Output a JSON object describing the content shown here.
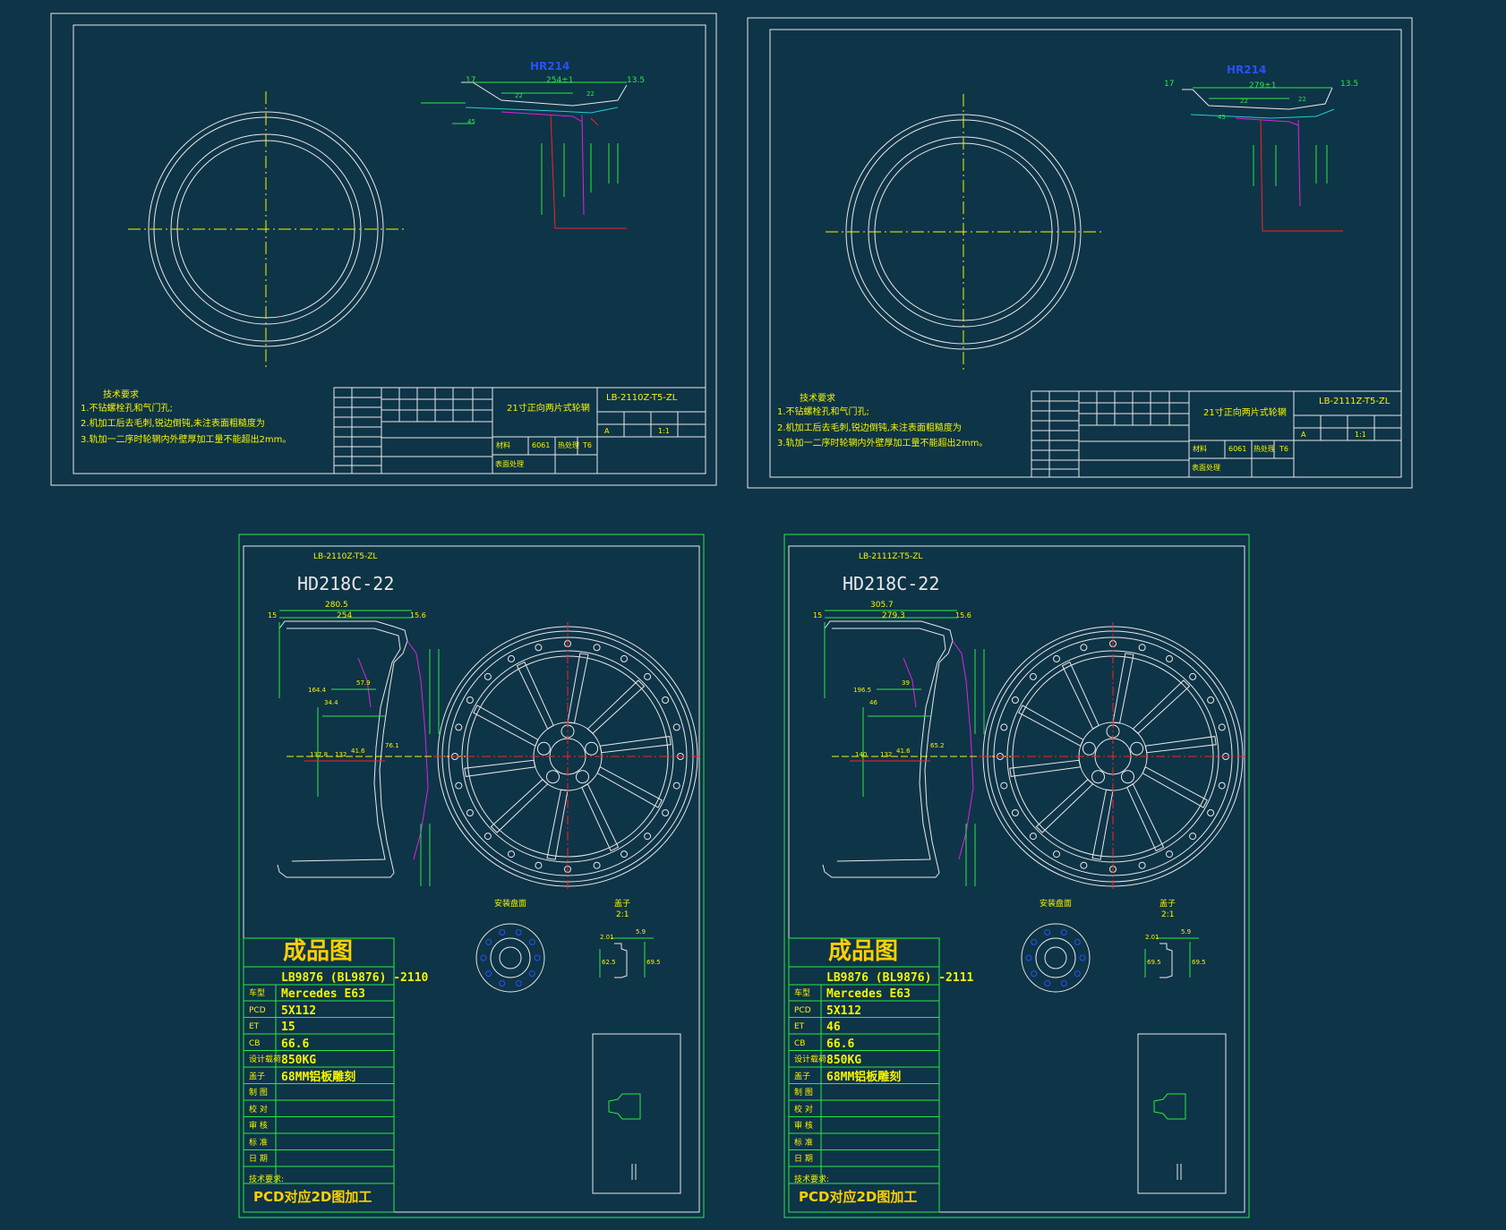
{
  "colors": {
    "background": "#0e3447",
    "frame": "#e8e8e8",
    "yellow": "#f5f500",
    "green": "#29e845",
    "magenta": "#e020e0",
    "red": "#ff2020",
    "blue": "#2850ff",
    "title_orange": "#ffd000"
  },
  "sheets": [
    {
      "part_tag": "HR214",
      "drawing_no": "LB-2110Z-T5-ZL",
      "part_name": "21寸正向两片式轮辋",
      "material": "6061",
      "heat_treatment_label": "热处理",
      "heat_treatment": "T6",
      "surface_label": "表面处理",
      "material_label": "材料",
      "scale": "1:1",
      "rev": "A",
      "tech_title": "技术要求",
      "tech_notes": [
        "1.不钻螺栓孔和气门孔;",
        "2.机加工后去毛刺,锐边倒钝,未注表面粗糙度为",
        "3.轨加一二序时轮辋内外壁厚加工量不能超出2mm。"
      ],
      "dims": [
        "254±1",
        "13.5",
        "17",
        "22",
        "22",
        "45"
      ]
    },
    {
      "part_tag": "HR214",
      "drawing_no": "LB-2111Z-T5-ZL",
      "part_name": "21寸正向两片式轮辋",
      "material": "6061",
      "heat_treatment_label": "热处理",
      "heat_treatment": "T6",
      "surface_label": "表面处理",
      "material_label": "材料",
      "scale": "1:1",
      "rev": "A",
      "tech_title": "技术要求",
      "tech_notes": [
        "1.不钻螺栓孔和气门孔;",
        "2.机加工后去毛刺,锐边倒钝,未注表面粗糙度为",
        "3.轨加一二序时轮辋内外壁厚加工量不能超出2mm。"
      ],
      "dims": [
        "279±1",
        "13.5",
        "17",
        "22",
        "22",
        "45"
      ]
    }
  ],
  "cards": [
    {
      "ref": "LB-2110Z-T5-ZL",
      "model": "HD218C-22",
      "title": "成品图",
      "code": "LB9876 (BL9876) -2110",
      "rows": [
        {
          "k": "车型",
          "v": "Mercedes E63"
        },
        {
          "k": "PCD",
          "v": "5X112"
        },
        {
          "k": "ET",
          "v": "15"
        },
        {
          "k": "CB",
          "v": "66.6"
        },
        {
          "k": "设计载荷",
          "v": "850KG"
        },
        {
          "k": "盖子",
          "v": "68MM铝板雕刻"
        },
        {
          "k": "制 图",
          "v": ""
        },
        {
          "k": "校 对",
          "v": ""
        },
        {
          "k": "审 核",
          "v": ""
        },
        {
          "k": "标 准",
          "v": ""
        },
        {
          "k": "日 期",
          "v": ""
        }
      ],
      "tech_label": "技术要求:",
      "footer": "PCD对应2D图加工",
      "top_dims": [
        "280.5",
        "254",
        "15",
        "15.6"
      ],
      "side_dims": [
        "164.4",
        "34.4",
        "41.6",
        "137.8",
        "132",
        "76.1",
        "57.9"
      ],
      "mount_label": "安装盘面",
      "cap_label": "盖子",
      "cap_scale": "2:1",
      "cap_dims": [
        "2.01",
        "5.9",
        "62.5",
        "69.5"
      ]
    },
    {
      "ref": "LB-2111Z-T5-ZL",
      "model": "HD218C-22",
      "title": "成品图",
      "code": "LB9876 (BL9876) -2111",
      "rows": [
        {
          "k": "车型",
          "v": "Mercedes E63"
        },
        {
          "k": "PCD",
          "v": "5X112"
        },
        {
          "k": "ET",
          "v": "46"
        },
        {
          "k": "CB",
          "v": "66.6"
        },
        {
          "k": "设计载荷",
          "v": "850KG"
        },
        {
          "k": "盖子",
          "v": "68MM铝板雕刻"
        },
        {
          "k": "制 图",
          "v": ""
        },
        {
          "k": "校 对",
          "v": ""
        },
        {
          "k": "审 核",
          "v": ""
        },
        {
          "k": "标 准",
          "v": ""
        },
        {
          "k": "日 期",
          "v": ""
        }
      ],
      "tech_label": "技术要求:",
      "footer": "PCD对应2D图加工",
      "top_dims": [
        "305.7",
        "279.3",
        "15",
        "15.6"
      ],
      "side_dims": [
        "196.5",
        "46",
        "41.6",
        "140",
        "132",
        "65.2",
        "39"
      ],
      "mount_label": "安装盘面",
      "cap_label": "盖子",
      "cap_scale": "2:1",
      "cap_dims": [
        "2.01",
        "5.9",
        "69.5",
        "69.5"
      ]
    }
  ]
}
